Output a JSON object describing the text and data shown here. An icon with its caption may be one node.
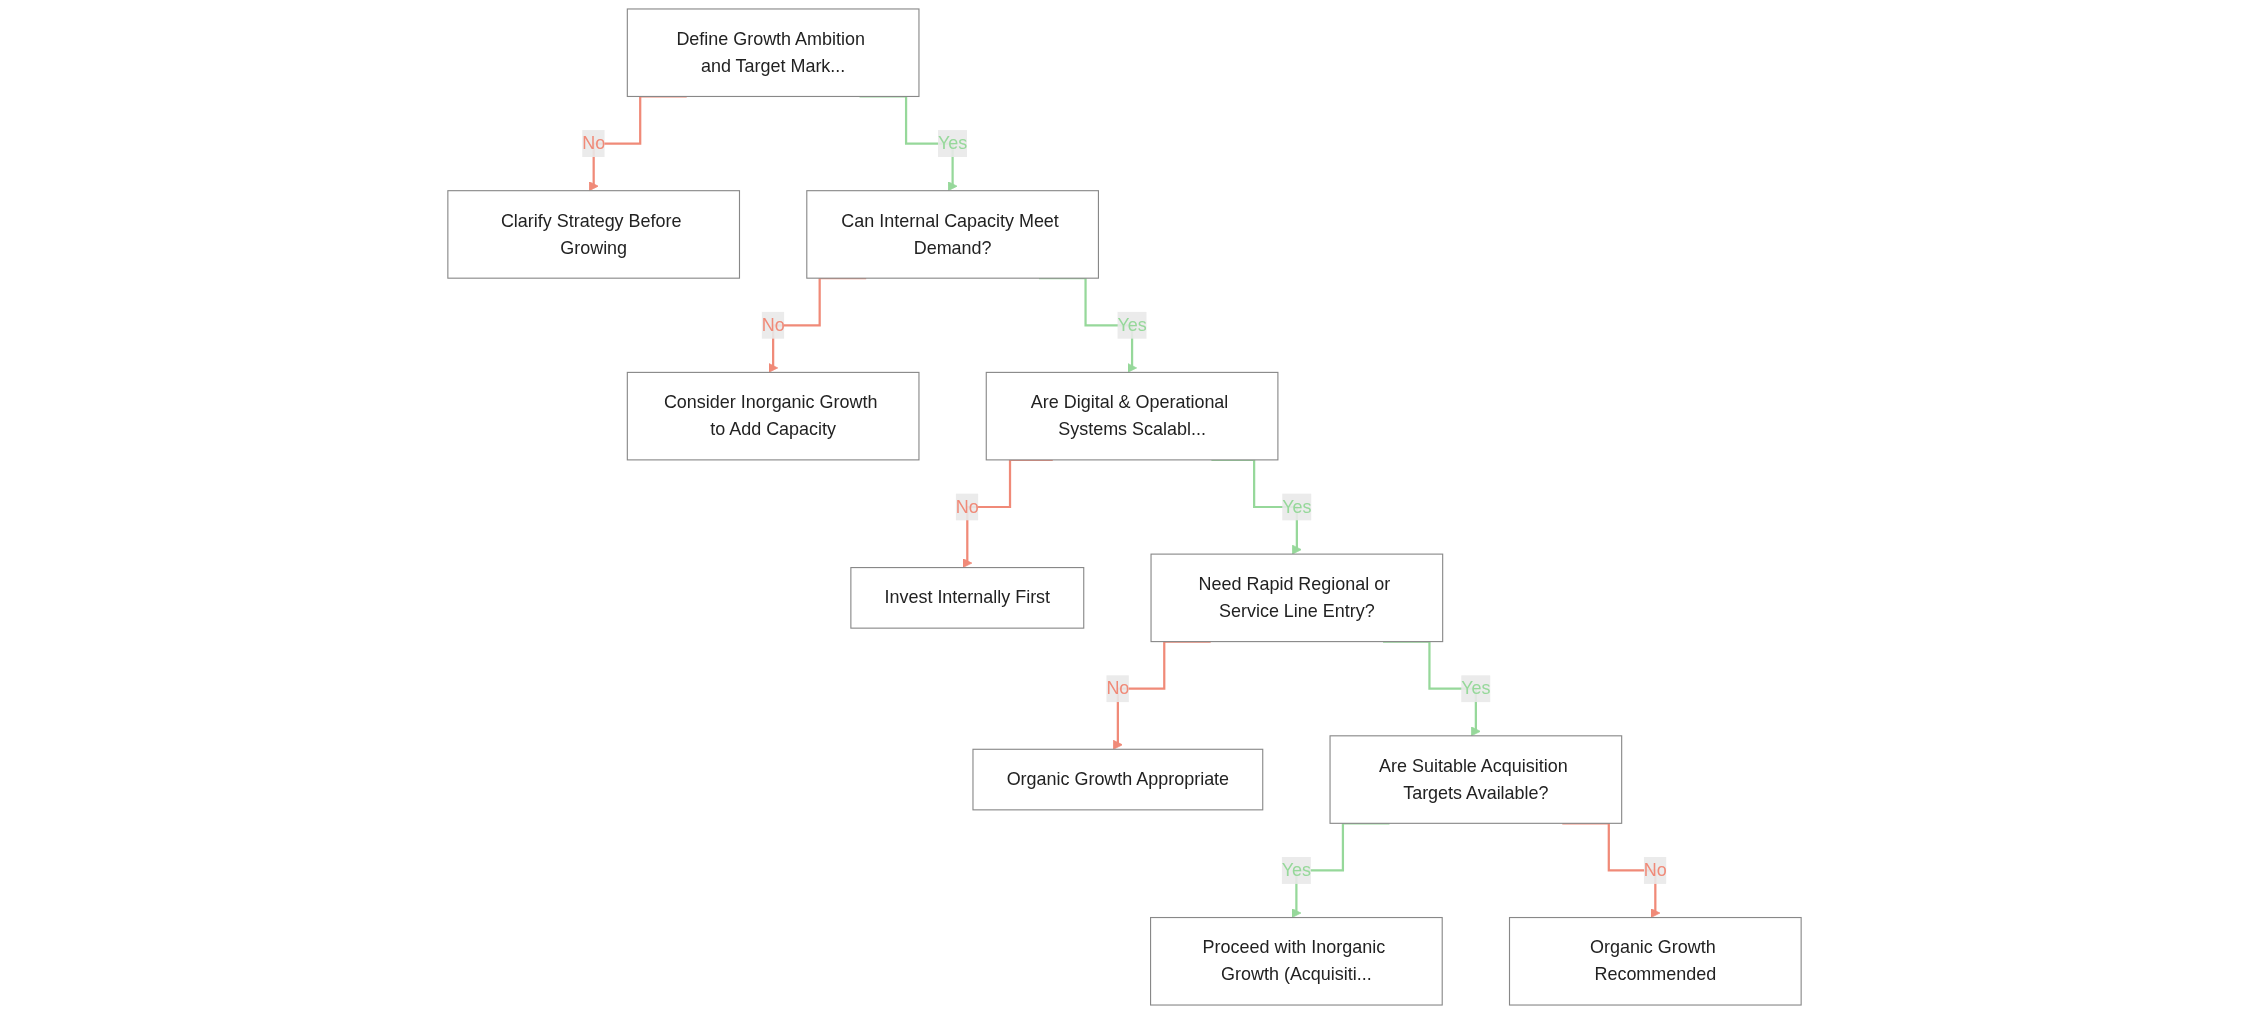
{
  "diagram": {
    "nodes": [
      {
        "text": [
          "Define Growth Ambition and Target Mark..."
        ]
      },
      {
        "text": [
          "Clarify Strategy Before Growing"
        ]
      },
      {
        "text": [
          "Can Internal Capacity Meet Demand?"
        ]
      },
      {
        "text": [
          "Consider Inorganic Growth to Add Capacity"
        ]
      },
      {
        "text": [
          "Are Digital & Operational Systems Scalabl..."
        ]
      },
      {
        "text": [
          "Invest Internally First"
        ]
      },
      {
        "text": [
          "Need Rapid Regional or Service Line Entry?"
        ]
      },
      {
        "text": [
          "Organic Growth Appropriate"
        ]
      },
      {
        "text": [
          "Are Suitable Acquisition Targets Available?"
        ]
      },
      {
        "text": [
          "Proceed with Inorganic Growth (Acquisiti..."
        ]
      },
      {
        "text": [
          "Organic Growth Recommended"
        ]
      }
    ],
    "edges": [
      {
        "from": 0,
        "to": 1,
        "arrow": "to",
        "label": "No",
        "color": "#f08a78"
      },
      {
        "from": 0,
        "to": 2,
        "arrow": "to",
        "label": "Yes",
        "color": "#96d89a"
      },
      {
        "from": 2,
        "to": 3,
        "arrow": "to",
        "label": "No",
        "color": "#f08a78"
      },
      {
        "from": 2,
        "to": 4,
        "arrow": "to",
        "label": "Yes",
        "color": "#96d89a"
      },
      {
        "from": 4,
        "to": 5,
        "arrow": "to",
        "label": "No",
        "color": "#f08a78"
      },
      {
        "from": 4,
        "to": 6,
        "arrow": "to",
        "label": "Yes",
        "color": "#96d89a"
      },
      {
        "from": 6,
        "to": 7,
        "arrow": "to",
        "label": "No",
        "color": "#f08a78"
      },
      {
        "from": 6,
        "to": 8,
        "arrow": "to",
        "label": "Yes",
        "color": "#96d89a"
      },
      {
        "from": 8,
        "to": 9,
        "arrow": "to",
        "label": "Yes",
        "color": "#96d89a"
      },
      {
        "from": 8,
        "to": 10,
        "arrow": "to",
        "label": "No",
        "color": "#f08a78"
      }
    ]
  }
}
